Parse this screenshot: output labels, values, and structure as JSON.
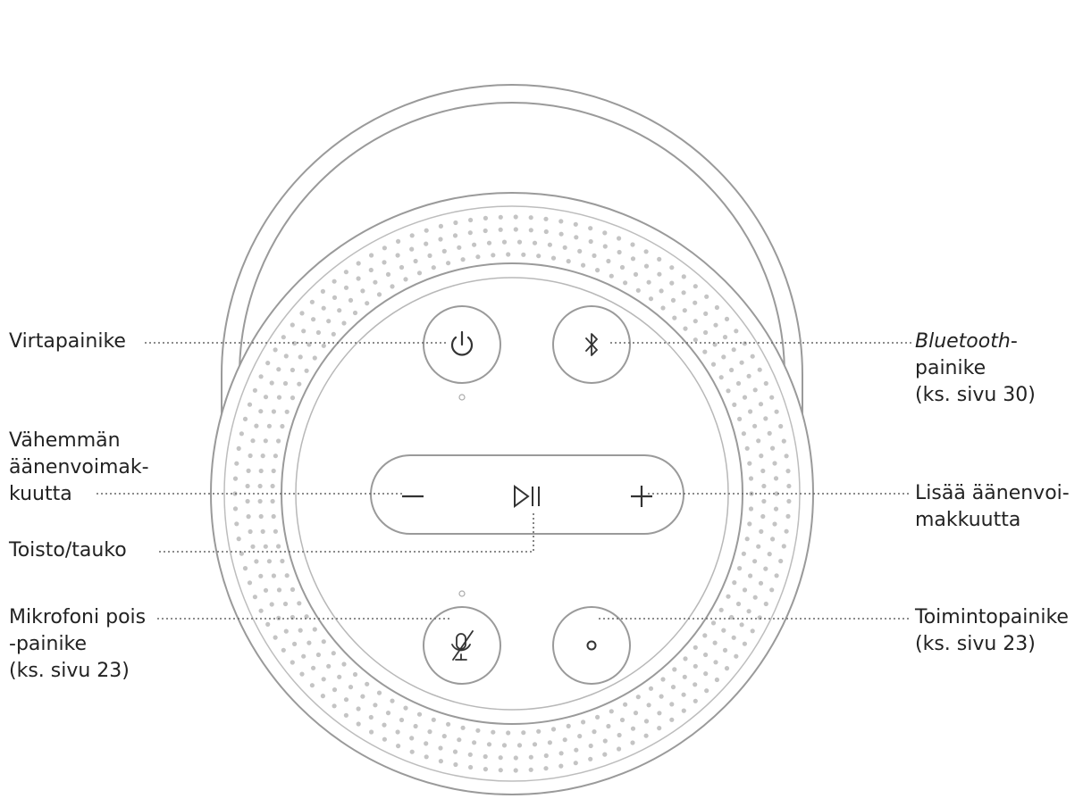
{
  "labels": {
    "power": [
      "Virtapainike"
    ],
    "volume_down": [
      "Vähemmän",
      "äänenvoimak-",
      "kuutta"
    ],
    "play_pause": [
      "Toisto/tauko"
    ],
    "mic_off": [
      "Mikrofoni pois",
      "-painike",
      "(ks. sivu 23)"
    ],
    "bluetooth_italic": "Bluetooth",
    "bluetooth_suffix": "-",
    "bluetooth_rest": [
      "painike",
      "(ks. sivu 30)"
    ],
    "volume_up": [
      "Lisää äänenvoi-",
      "makkuutta"
    ],
    "action": [
      "Toimintopainike",
      "(ks. sivu 23)"
    ]
  },
  "icons": {
    "power": "power-icon",
    "bluetooth": "bluetooth-icon",
    "volume_down": "minus-icon",
    "play_pause": "play-pause-icon",
    "volume_up": "plus-icon",
    "mic_off": "microphone-off-icon",
    "action": "dot-icon"
  },
  "colors": {
    "outline": "#9a9a9a",
    "leader": "#666666",
    "text": "#222222"
  }
}
